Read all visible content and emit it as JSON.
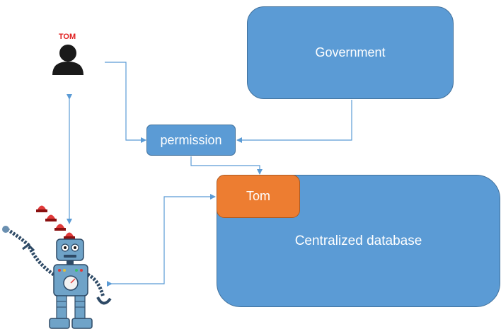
{
  "diagram": {
    "nodes": {
      "government": "Government",
      "permission": "permission",
      "database": "Centralized database",
      "record": "Tom"
    },
    "user": {
      "label": "TOM",
      "icon": "person-icon"
    },
    "robot": {
      "icon": "robot-icon"
    },
    "colors": {
      "box_fill": "#5b9bd5",
      "box_border": "#41719c",
      "record_fill": "#ed7d31",
      "connector": "#5b9bd5",
      "user_label": "#e02020"
    }
  }
}
